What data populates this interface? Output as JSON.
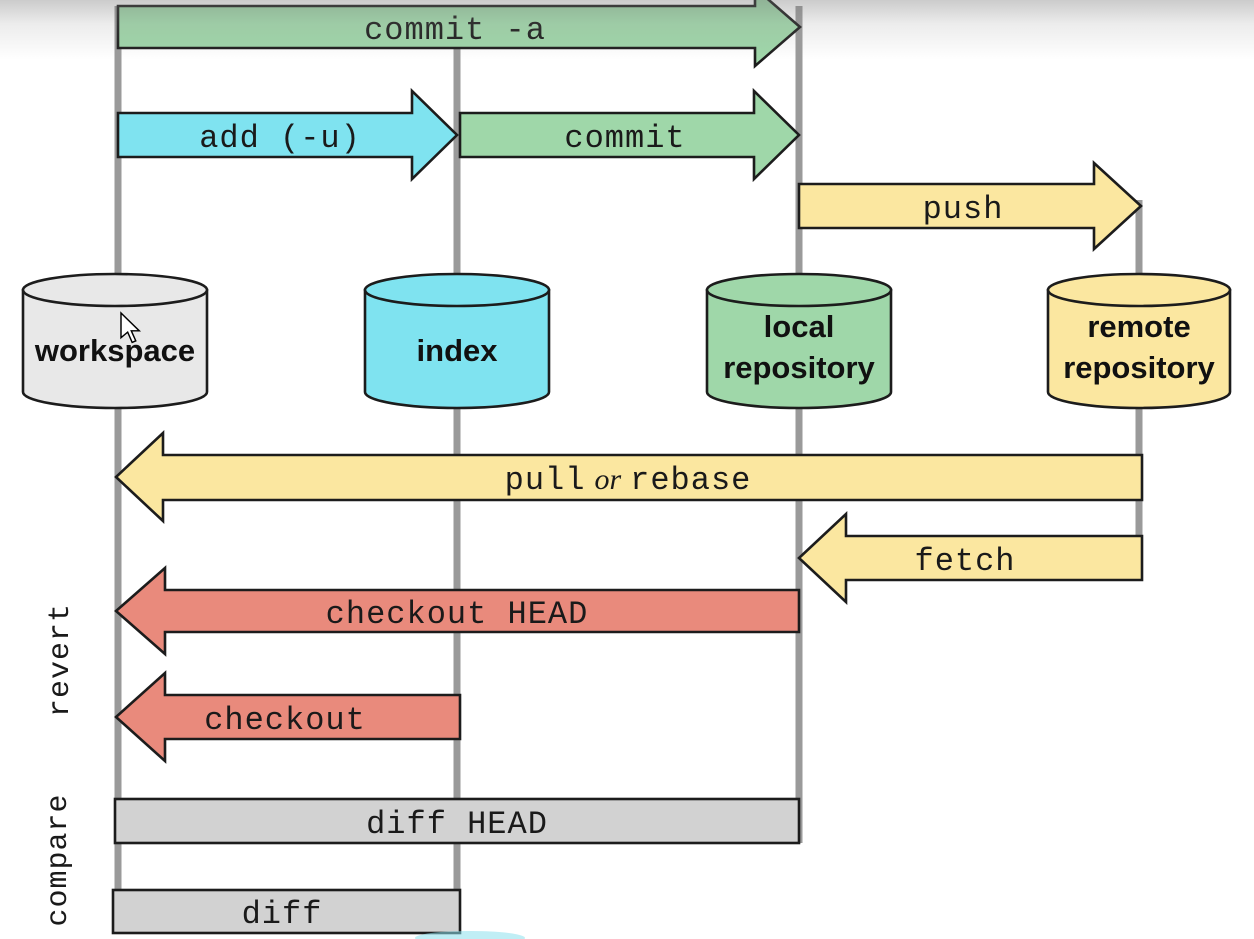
{
  "colors": {
    "background": "#ffffff",
    "green": "#9fd7a9",
    "cyan": "#7fe3f0",
    "yellow": "#fbe7a0",
    "salmon": "#e98a7c",
    "bar_gray": "#d2d2d2",
    "node_gray": "#e8e8e8",
    "line_gray": "#9a9a9a",
    "outline": "#1c1c1c",
    "text": "#1a1a1a"
  },
  "nodes": {
    "workspace": {
      "label": "workspace"
    },
    "index": {
      "label": "index"
    },
    "local_repository": {
      "line1": "local",
      "line2": "repository"
    },
    "remote_repository": {
      "line1": "remote",
      "line2": "repository"
    }
  },
  "arrows": {
    "commit_a": "commit -a",
    "add_u": "add (-u)",
    "commit": "commit",
    "push": "push",
    "pull_part1": "pull",
    "pull_part2": "or",
    "pull_part3": "rebase",
    "fetch": "fetch",
    "checkout_head": "checkout HEAD",
    "checkout": "checkout"
  },
  "bars": {
    "diff_head": "diff HEAD",
    "diff": "diff"
  },
  "side_labels": {
    "revert": "revert",
    "compare": "compare"
  }
}
